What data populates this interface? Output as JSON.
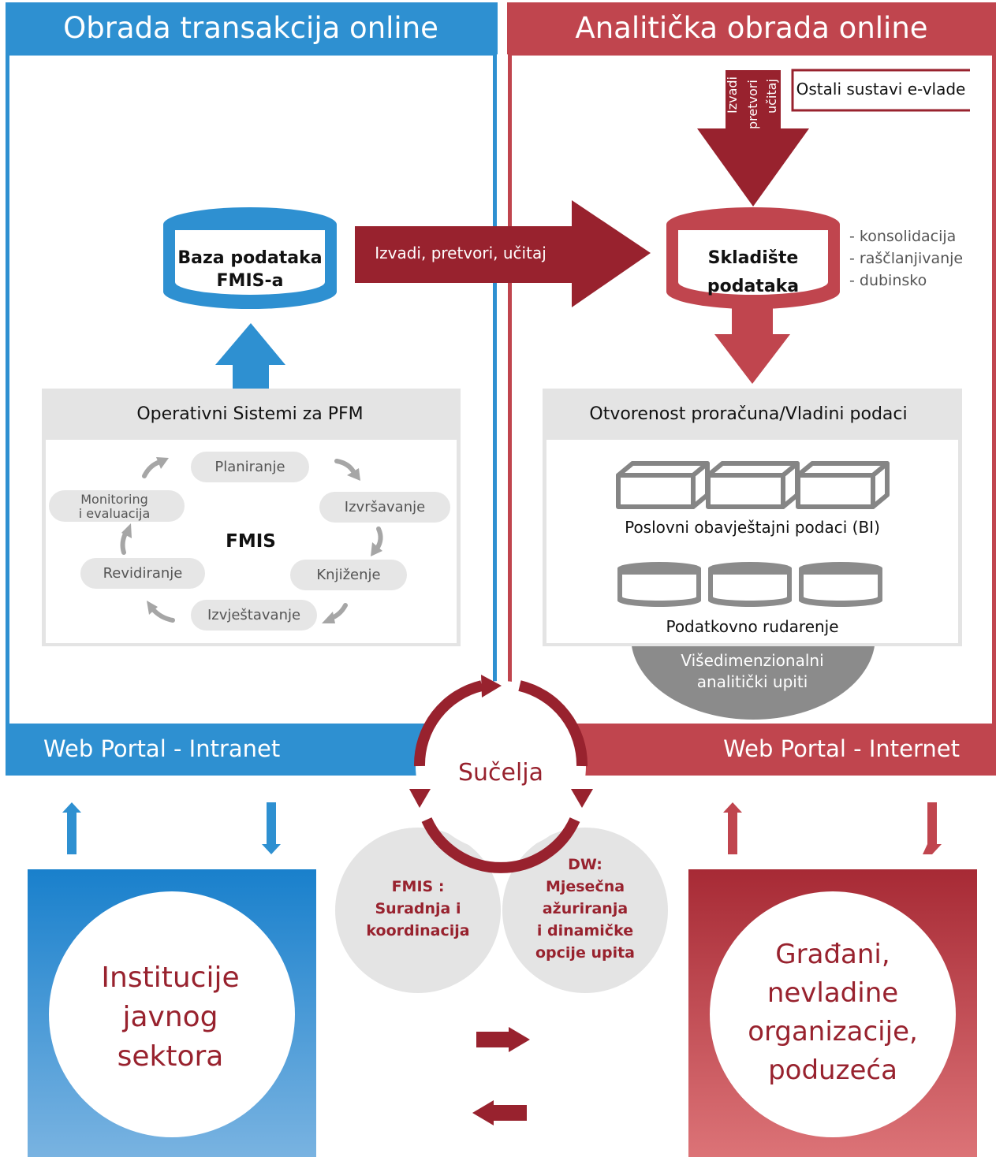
{
  "colors": {
    "blue": "#2e90d1",
    "red": "#c0454e",
    "darkred": "#98222e",
    "grey": "#e4e4e4",
    "pill": "#e6e6e6",
    "midgrey": "#8b8b8b",
    "cyclearrow": "#a6a6a6"
  },
  "left": {
    "title": "Obrada transakcija online",
    "db_line1": "Baza podataka",
    "db_line2": "FMIS-a",
    "ops_title": "Operativni Sistemi za PFM",
    "cycle_center": "FMIS",
    "cycle": {
      "planiranje": "Planiranje",
      "izvrsavanje": "Izvršavanje",
      "knjizenje": "Knjiženje",
      "izvjestavanje": "Izvještavanje",
      "revidiranje": "Revidiranje",
      "monitoring1": "Monitoring",
      "monitoring2": "i evaluacija"
    },
    "portal": "Web Portal - Intranet",
    "audience_l1": "Institucije",
    "audience_l2": "javnog",
    "audience_l3": "sektora"
  },
  "right": {
    "title": "Analitička obrada online",
    "etl_v1": "Izvadi",
    "etl_v2": "pretvori",
    "etl_v3": "učitaj",
    "other_systems": "Ostali sustavi e-vlade",
    "dw_line1": "Skladište",
    "dw_line2": "podataka",
    "dw_notes": [
      "- konsolidacija",
      "- raščlanjivanje",
      "- dubinsko"
    ],
    "open_title": "Otvorenost proračuna/Vladini podaci",
    "bi_label": "Poslovni obavještajni podaci (BI)",
    "mining_label": "Podatkovno rudarenje",
    "olap1": "Višedimenzionalni",
    "olap2": "analitički upiti",
    "portal": "Web Portal - Internet",
    "audience_l1": "Građani,",
    "audience_l2": "nevladine",
    "audience_l3": "organizacije,",
    "audience_l4": "poduzeća"
  },
  "center": {
    "etl_arrow": "Izvadi, pretvori, učitaj",
    "interfaces": "Sučelja",
    "fmis_l1": "FMIS :",
    "fmis_l2": "Suradnja i",
    "fmis_l3": "koordinacija",
    "dw_l1": "DW:",
    "dw_l2": "Mjesečna",
    "dw_l3": "ažuriranja",
    "dw_l4": "i dinamičke",
    "dw_l5": "opcije upita"
  }
}
